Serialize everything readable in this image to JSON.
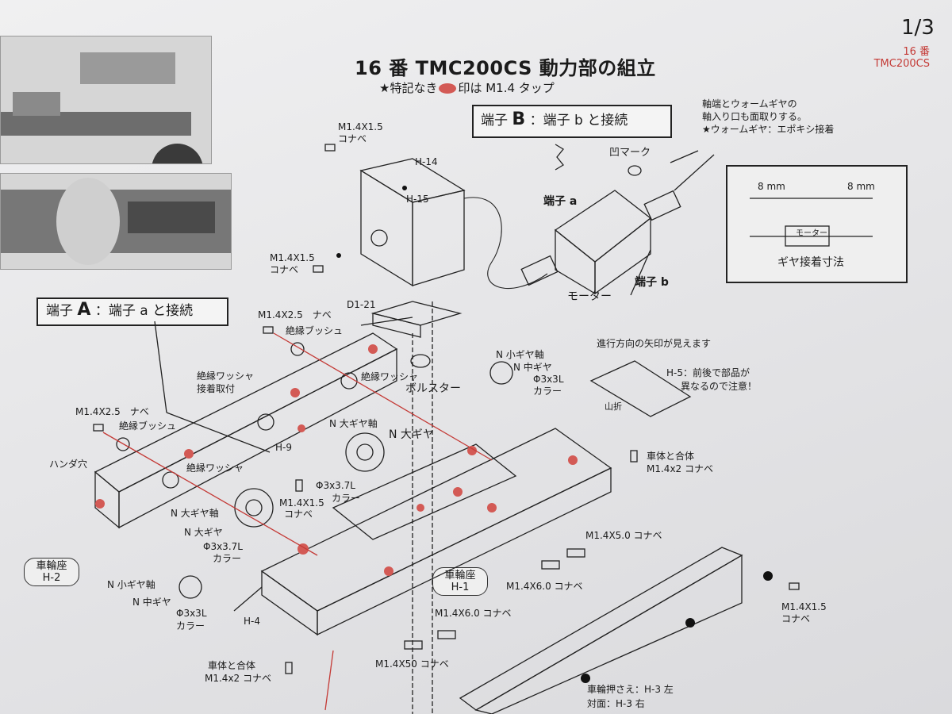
{
  "page": {
    "number": "1/3",
    "code_line1": "16 番",
    "code_line2": "TMC200CS",
    "title": "16 番 TMC200CS 動力部の組立",
    "subtitle_pre": "★特記なき",
    "subtitle_post": "印は M1.4 タップ"
  },
  "boxes": {
    "terminal_b_prefix": "端子",
    "terminal_b_letter": "B",
    "terminal_b_rest": "：端子 b と接続",
    "terminal_a_prefix": "端子",
    "terminal_a_letter": "A",
    "terminal_a_rest": "：端子 a と接続",
    "gear_inset_title": "ギヤ接着寸法",
    "gear_inset_left": "8 mm",
    "gear_inset_right": "8 mm",
    "gear_inset_motor": "モーター"
  },
  "notes": {
    "worm_line1": "軸端とウォームギヤの",
    "worm_line2": "軸入り口も面取りする。",
    "worm_line3": "★ウォームギヤ：エポキシ接着",
    "direction_arrow": "進行方向の矢印が見えます",
    "h5_line1": "H-5：前後で部品が",
    "h5_line2": "異なるので注意！",
    "fold": "山折",
    "wheel_press_line1": "車輪押さえ：H-3 左",
    "wheel_press_line2": "対面：H-3 右"
  },
  "labels": {
    "screw_top_1": "M1.4X1.5",
    "screw_top_1b": "コナベ",
    "h14": "H-14",
    "h15": "H-15",
    "dent_mark": "凹マーク",
    "terminal_a": "端子 a",
    "terminal_b": "端子 b",
    "motor": "モーター",
    "screw_mid": "M1.4X1.5",
    "screw_mid_b": "コナベ",
    "d121": "D1-21",
    "screw_nabe_1": "M1.4X2.5　ナベ",
    "insul_bush_1": "絶縁ブッシュ",
    "insul_washer_1": "絶縁ワッシャ",
    "bolster": "ボルスター",
    "n_small_gear_axle_1": "N 小ギヤ軸",
    "n_mid_gear_1": "N 中ギヤ",
    "collar_3x3_1": "Φ3x3L",
    "collar_3x3_1b": "カラー",
    "insul_washer_glue_1": "絶縁ワッシャ",
    "insul_washer_glue_2": "接着取付",
    "screw_nabe_2": "M1.4X2.5　ナベ",
    "insul_bush_2": "絶縁ブッシュ",
    "n_big_gear_axle_1": "N 大ギヤ軸",
    "n_big_gear_1": "N 大ギヤ",
    "h9": "H-9",
    "solder_hole": "ハンダ穴",
    "insul_washer_2": "絶縁ワッシャ",
    "screw_konabe_15": "M1.4X1.5",
    "screw_konabe_15b": "コナベ",
    "collar_37_1": "Φ3x3.7L",
    "collar_37_1b": "カラー",
    "body_join_1": "車体と合体",
    "body_join_1b": "M1.4x2 コナベ",
    "n_big_gear_axle_2": "N 大ギヤ軸",
    "n_big_gear_2": "N 大ギヤ",
    "collar_37_2": "Φ3x3.7L",
    "collar_37_2b": "カラー",
    "wheel_seat_h2_a": "車輪座",
    "wheel_seat_h2_b": "H-2",
    "n_small_gear_axle_2": "N 小ギヤ軸",
    "n_mid_gear_2": "N 中ギヤ",
    "collar_3x3_2": "Φ3x3L",
    "collar_3x3_2b": "カラー",
    "h4": "H-4",
    "screw_50": "M1.4X5.0 コナベ",
    "screw_60_a": "M1.4X6.0 コナベ",
    "wheel_seat_h1_a": "車輪座",
    "wheel_seat_h1_b": "H-1",
    "screw_60_b": "M1.4X6.0 コナベ",
    "screw_50_b": "M1.4X50 コナベ",
    "body_join_2": "車体と合体",
    "body_join_2b": "M1.4x2 コナベ",
    "screw_15_right": "M1.4X1.5",
    "screw_15_right_b": "コナベ"
  },
  "colors": {
    "tap_mark": "#d35a55",
    "ink": "#1b1b1b",
    "accent_red": "#c43a36"
  }
}
